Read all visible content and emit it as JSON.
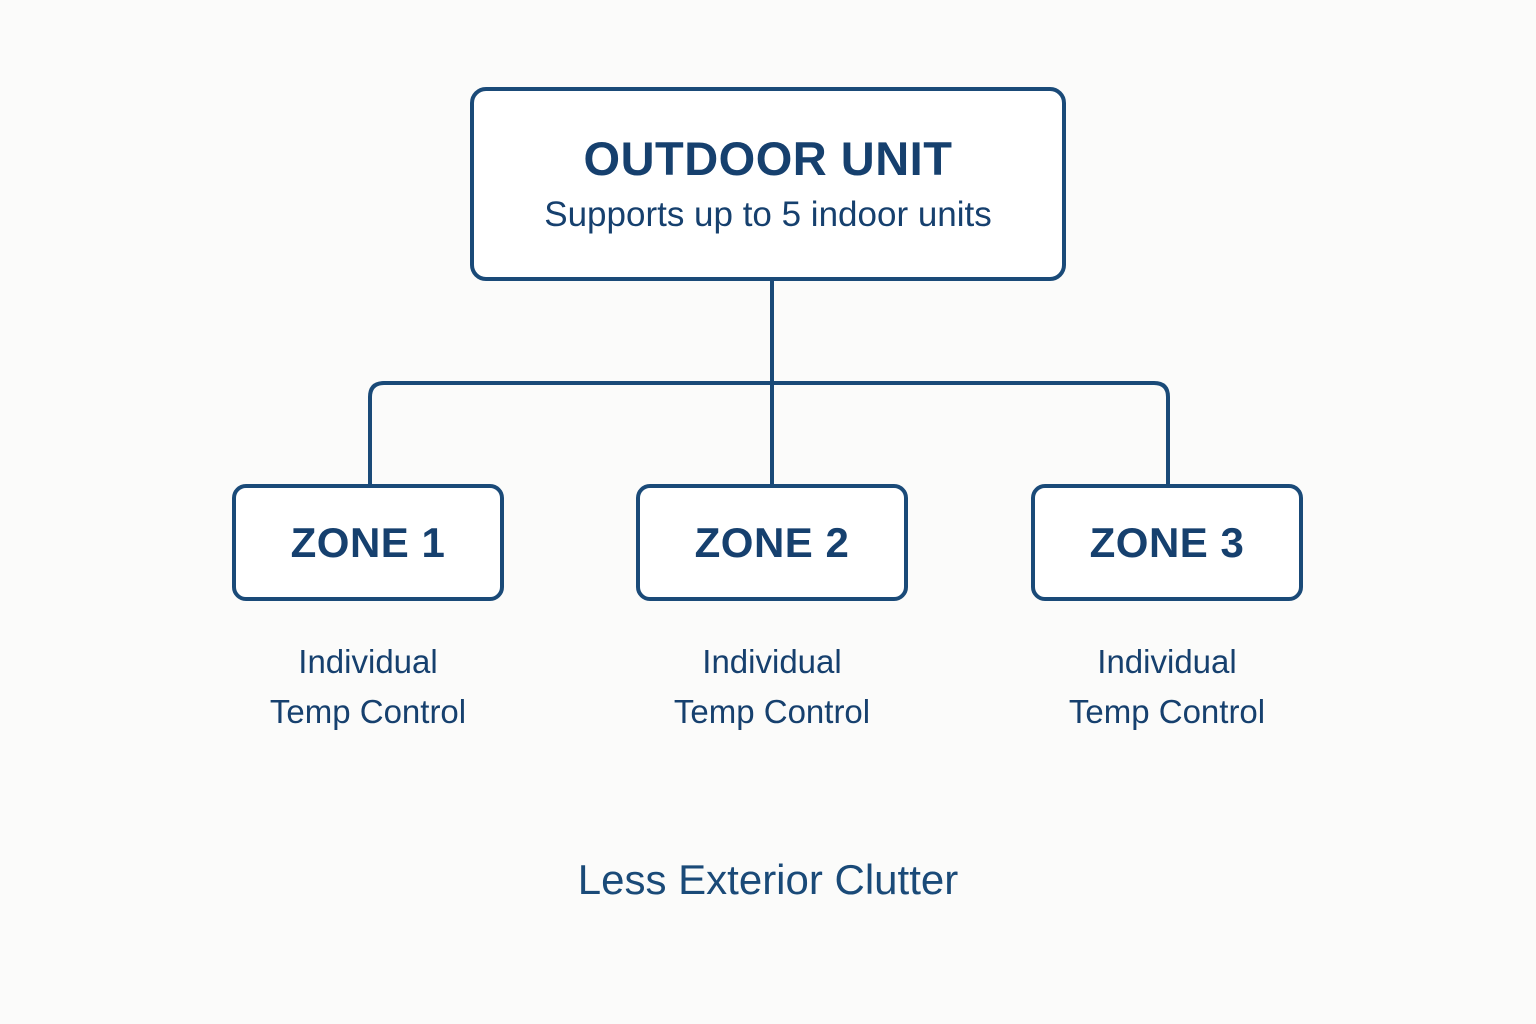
{
  "diagram": {
    "type": "hierarchy-tree",
    "background_color": "#fbfbfa",
    "stroke_color": "#1a4a78",
    "text_color": "#16406e",
    "root": {
      "title": "OUTDOOR UNIT",
      "subtitle": "Supports up to 5 indoor units"
    },
    "children": [
      {
        "title": "ZONE 1",
        "caption_line1": "Individual",
        "caption_line2": "Temp Control"
      },
      {
        "title": "ZONE 2",
        "caption_line1": "Individual",
        "caption_line2": "Temp Control"
      },
      {
        "title": "ZONE 3",
        "caption_line1": "Individual",
        "caption_line2": "Temp Control"
      }
    ],
    "footer": "Less Exterior Clutter"
  }
}
